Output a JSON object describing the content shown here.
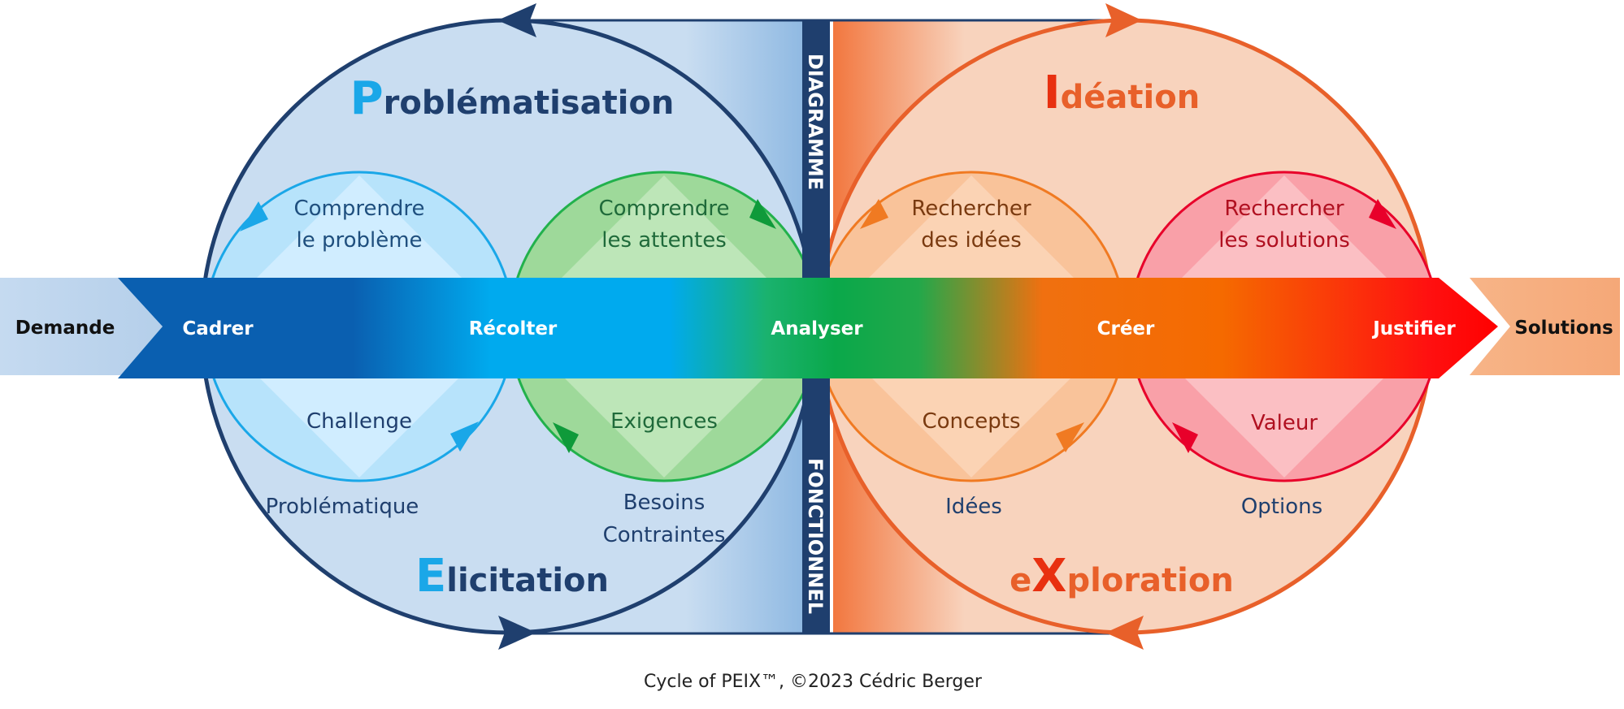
{
  "labels": {
    "stage_left": "Demande",
    "stage_right": "Solutions",
    "cadrer": "Cadrer",
    "recolter": "Récolter",
    "analyser": "Analyser",
    "creer": "Créer",
    "justifier": "Justifier",
    "center_top": "DIAGRAMME",
    "center_bottom": "FONCTIONNEL",
    "caption": "Cycle of PEIX™, ©2023 Cédric Berger"
  },
  "titles": {
    "problematisation_first": "P",
    "problematisation_rest": "roblématisation",
    "elicitation_first": "E",
    "elicitation_rest": "licitation",
    "ideation_first": "I",
    "ideation_rest": "déation",
    "exploration_pre": "e",
    "exploration_first": "X",
    "exploration_rest": "ploration"
  },
  "small_circles": [
    {
      "top_line1": "Comprendre",
      "top_line2": "le problème",
      "bottom": "Challenge"
    },
    {
      "top_line1": "Comprendre",
      "top_line2": "les attentes",
      "bottom": "Exigences"
    },
    {
      "top_line1": "Rechercher",
      "top_line2": "des idées",
      "bottom": "Concepts"
    },
    {
      "top_line1": "Rechercher",
      "top_line2": "les solutions",
      "bottom": "Valeur"
    }
  ],
  "outputs": {
    "problematique": "Problématique",
    "besoins": "Besoins",
    "contraintes": "Contraintes",
    "idees": "Idées",
    "options": "Options"
  },
  "colors": {
    "blue_dark": "#1f3f6e",
    "blue_light": "#c9ddf1",
    "orange": "#e8602a",
    "orange_light": "#f8d3bd",
    "cyan": "#1aa7e8",
    "green": "#22b14c",
    "red": "#e8002a"
  }
}
